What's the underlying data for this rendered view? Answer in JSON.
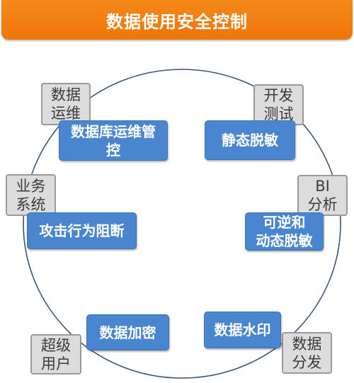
{
  "title": "数据使用安全控制",
  "blue_boxes": {
    "ops_db": "数据库运维管\n控",
    "static_mask": "静态脱敏",
    "attack_block": "攻击行为阻断",
    "reversible_mask": "可逆和\n动态脱敏",
    "encryption": "数据加密",
    "watermark": "数据水印"
  },
  "gray_boxes": {
    "data_ops": "数据\n运维",
    "dev_test": "开发\n测试",
    "business": "业务\n系统",
    "bi": "BI\n分析",
    "super_user": "超级\n用户",
    "distribution": "数据\n分发"
  },
  "colors": {
    "title_bar": "#ee7508",
    "blue_box": "#4a86cf",
    "gray_box": "#dcdcdc",
    "ring": "#3c5474"
  }
}
